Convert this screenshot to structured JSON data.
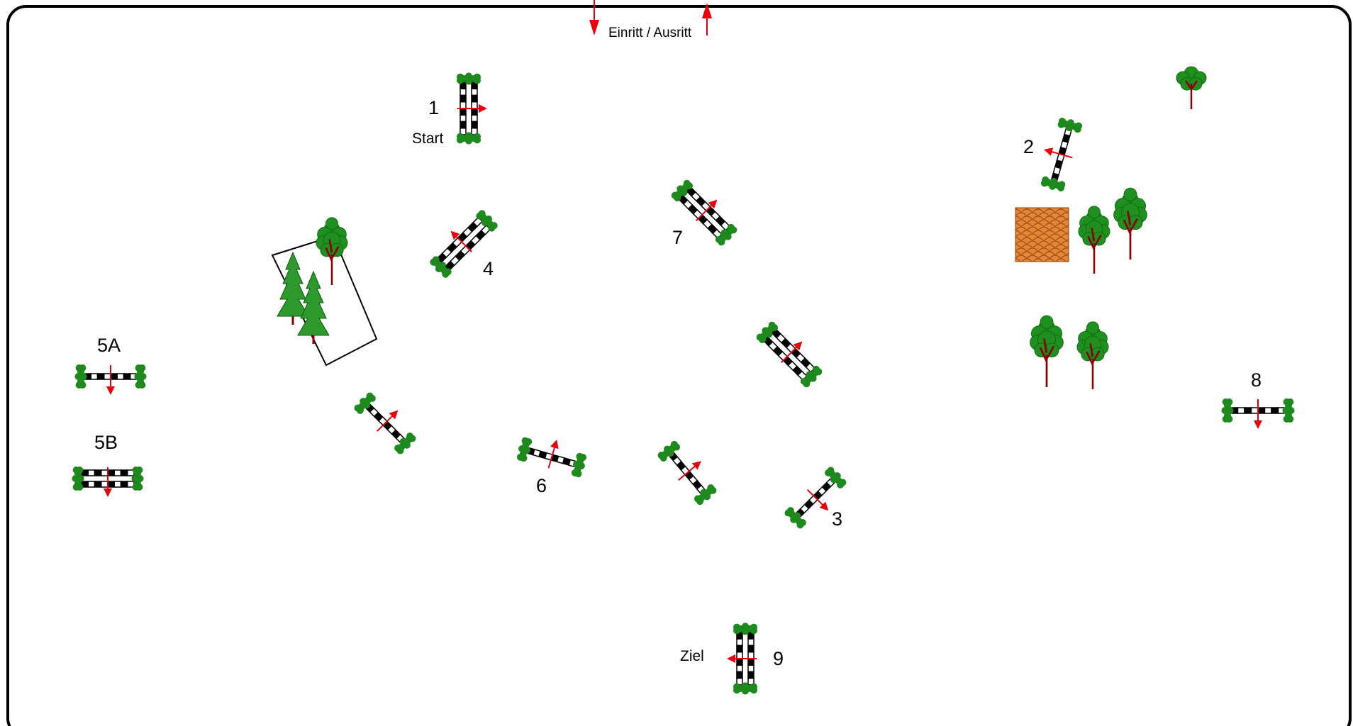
{
  "entrance": {
    "label": "Einritt / Ausritt"
  },
  "labels": {
    "start": "Start",
    "finish": "Ziel"
  },
  "obstacles": [
    {
      "id": "1",
      "number": "1",
      "kind": "oxer"
    },
    {
      "id": "2",
      "number": "2",
      "kind": "vertical"
    },
    {
      "id": "3",
      "number": "3",
      "kind": "vertical"
    },
    {
      "id": "4",
      "number": "4",
      "kind": "oxer"
    },
    {
      "id": "5A",
      "number": "5A",
      "kind": "vertical"
    },
    {
      "id": "5B",
      "number": "5B",
      "kind": "oxer"
    },
    {
      "id": "6",
      "number": "6",
      "kind": "vertical"
    },
    {
      "id": "7",
      "number": "7",
      "kind": "oxer"
    },
    {
      "id": "8",
      "number": "8",
      "kind": "vertical"
    },
    {
      "id": "9",
      "number": "9",
      "kind": "oxer"
    },
    {
      "id": "u1",
      "number": "",
      "kind": "vertical"
    },
    {
      "id": "u2",
      "number": "",
      "kind": "vertical"
    },
    {
      "id": "u3",
      "number": "",
      "kind": "oxer"
    }
  ],
  "colors": {
    "border": "#000000",
    "arrow": "#e8000d",
    "pole_dark": "#000000",
    "pole_light": "#ffffff",
    "wing": "#1e8a1e",
    "tree_trunk": "#8b0000",
    "tree_leaf": "#1f8f1f",
    "wall": "#d97a2a"
  }
}
